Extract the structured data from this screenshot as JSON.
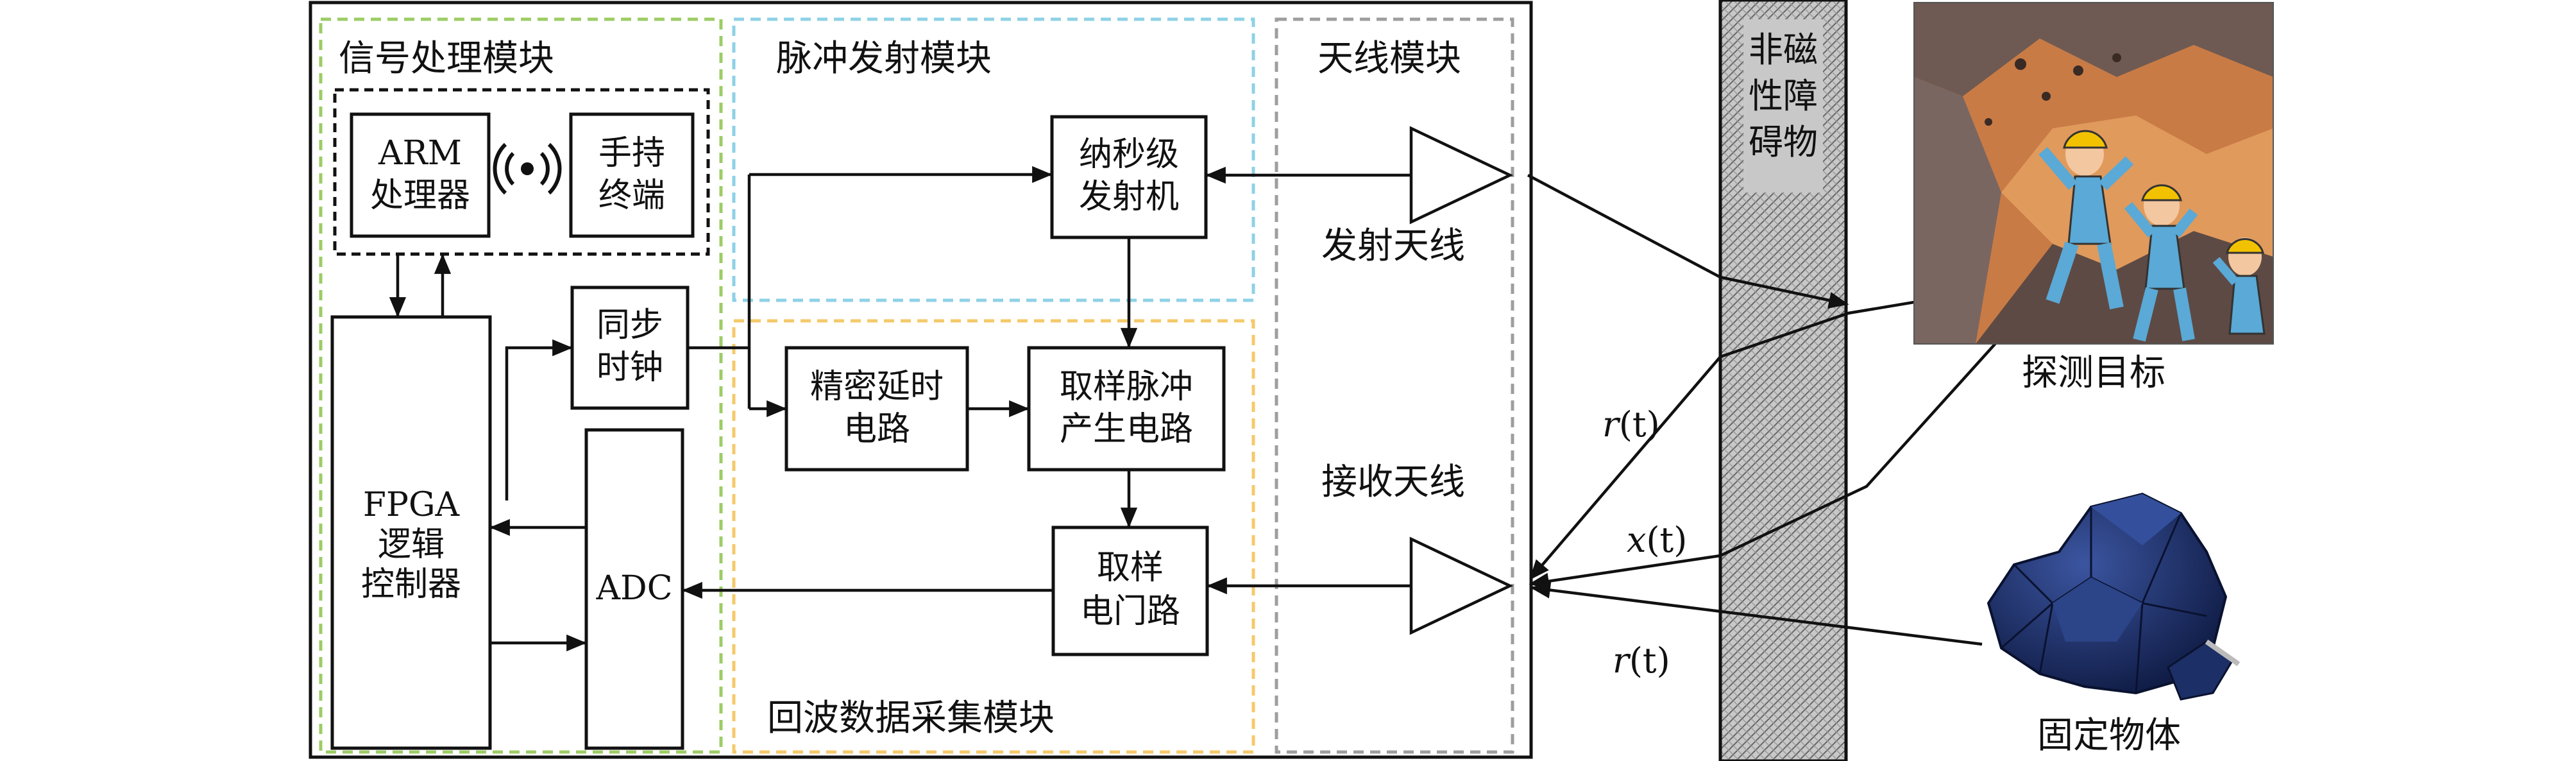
{
  "modules": {
    "signal": "信号处理模块",
    "pulse": "脉冲发射模块",
    "antenna": "天线模块",
    "echo": "回波数据采集模块"
  },
  "blocks": {
    "arm": [
      "ARM",
      "处理器"
    ],
    "handheld": [
      "手持",
      "终端"
    ],
    "fpga": [
      "FPGA",
      "逻辑",
      "控制器"
    ],
    "sync_clock": [
      "同步",
      "时钟"
    ],
    "adc": [
      "ADC"
    ],
    "transmitter": [
      "纳秒级",
      "发射机"
    ],
    "delay": [
      "精密延时",
      "电路"
    ],
    "sampling_pulse": [
      "取样脉冲",
      "产生电路"
    ],
    "sampling_gate": [
      "取样",
      "电门路"
    ]
  },
  "antennas": {
    "tx": "发射天线",
    "rx": "接收天线"
  },
  "obstacle": [
    "非磁",
    "性障",
    "碍物"
  ],
  "targets": {
    "detect": "探测目标",
    "fixed": "固定物体"
  },
  "signals": {
    "r1_letter": "r",
    "r1_arg": "(t)",
    "x_letter": "x",
    "x_arg": "(t)",
    "r2_letter": "r",
    "r2_arg": "(t)"
  },
  "colors": {
    "signal_border": "#9ccc65",
    "pulse_border": "#8ed1e6",
    "echo_border": "#f5c96a",
    "antenna_border": "#9e9e9e",
    "obstacle_fill": "#bdbdbd",
    "rock_blue": "#1c2f66",
    "cave_brown": "#8a4a2a",
    "worker_blue": "#5aa9d6",
    "helmet_yellow": "#f2c200"
  },
  "icons": {
    "wireless": "wireless-signal-icon"
  }
}
